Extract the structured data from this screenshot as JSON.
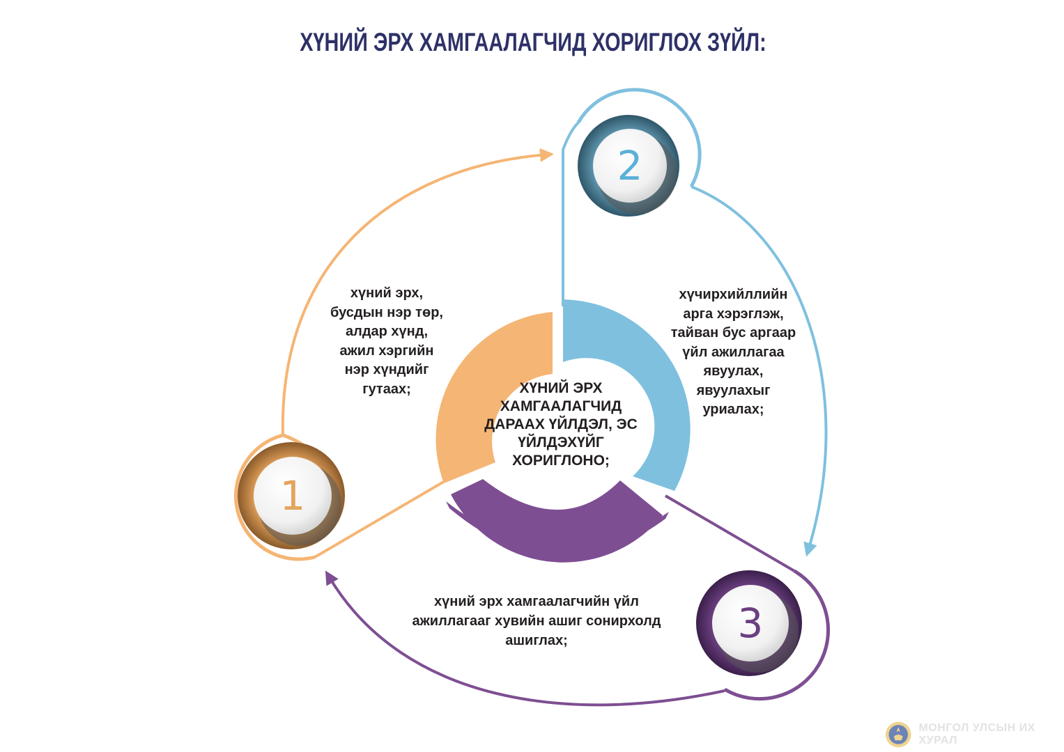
{
  "title": "ХҮНИЙ ЭРХ ХАМГААЛАГЧИД ХОРИГЛОХ ЗҮЙЛ:",
  "center_text": [
    "ХҮНИЙ ЭРХ",
    "ХАМГААЛАГЧИД",
    "ДАРААХ ҮЙЛДЭЛ, ЭС",
    "ҮЙЛДЭХҮЙГ",
    "ХОРИГЛОНО;"
  ],
  "items": [
    {
      "number": "1",
      "color": "#f5b574",
      "text": [
        "хүний эрх,",
        "бусдын нэр төр,",
        "алдар хүнд,",
        "ажил хэргийн",
        "нэр хүндийг",
        "гутаах;"
      ]
    },
    {
      "number": "2",
      "color": "#7fc0df",
      "text": [
        "хүчирхийллийн",
        "арга хэрэглэж,",
        "тайван бус аргаар",
        "үйл ажиллагаа",
        "явуулах,",
        "явуулахыг",
        "уриалах;"
      ]
    },
    {
      "number": "3",
      "color": "#7e4e92",
      "text": [
        "хүний эрх хамгаалагчийн үйл",
        "ажиллагааг хувийн ашиг сонирхолд",
        "ашиглах;"
      ]
    }
  ],
  "colors": {
    "title": "#2e3167",
    "number_text_1": "#e3a45c",
    "number_text_2": "#5ab0d8",
    "number_text_3": "#6a3f80"
  },
  "watermark": {
    "icon": "state-emblem-icon",
    "text": "МОНГОЛ УЛСЫН ИХ ХУРАЛ"
  }
}
